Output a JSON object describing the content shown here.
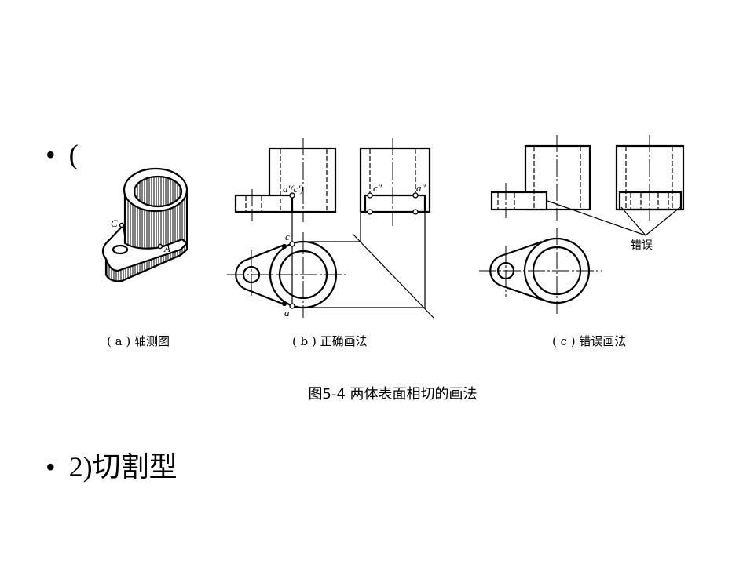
{
  "bullets": [
    {
      "symbol": "•",
      "text": "("
    },
    {
      "symbol": "•",
      "text": "2)切割型"
    }
  ],
  "figure": {
    "caption": "图5-4  两体表面相切的画法",
    "panels": [
      {
        "label": "( a ) 轴测图",
        "points": [
          "C",
          "A"
        ]
      },
      {
        "label": "( b ) 正确画法",
        "points": [
          "a′(c′)",
          "c″",
          "a″",
          "c",
          "a"
        ]
      },
      {
        "label": "( c ) 错误画法",
        "annotation": "错误"
      }
    ]
  }
}
